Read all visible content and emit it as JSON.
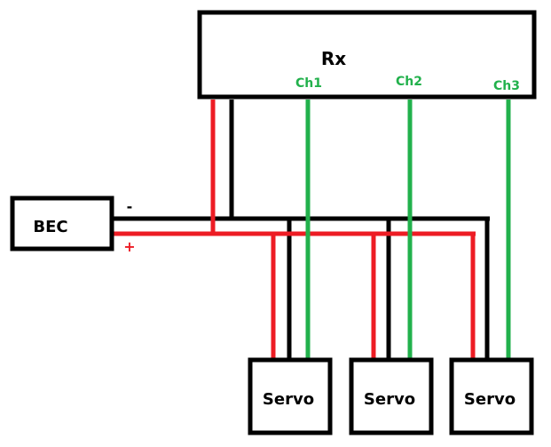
{
  "diagram": {
    "receiver": {
      "label": "Rx",
      "channels": [
        "Ch1",
        "Ch2",
        "Ch3"
      ]
    },
    "bec": {
      "label": "BEC",
      "negative_label": "-",
      "positive_label": "+"
    },
    "servos": [
      {
        "label": "Servo",
        "channel": "Ch1"
      },
      {
        "label": "Servo",
        "channel": "Ch2"
      },
      {
        "label": "Servo",
        "channel": "Ch3"
      }
    ],
    "colors": {
      "negative": "#000000",
      "positive": "#ed1c24",
      "signal": "#22b14c",
      "box_stroke": "#000000"
    }
  }
}
